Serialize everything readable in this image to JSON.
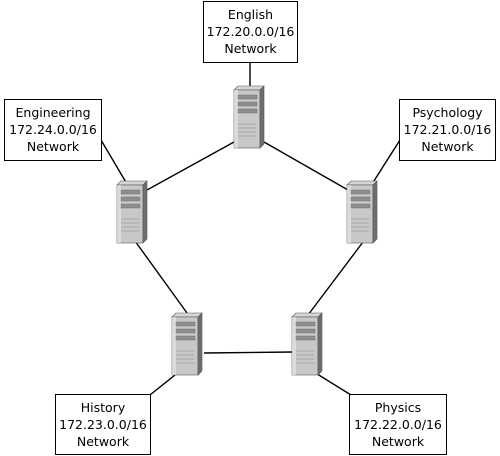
{
  "colors": {
    "line": "#000000",
    "server_body": "#9a9a9a",
    "server_front": "#c8c8c8",
    "server_side": "#6e6e6e",
    "background": "#ffffff"
  },
  "icons": {
    "node": "server-tower-icon"
  },
  "networks": [
    {
      "id": "english",
      "name": "English",
      "address": "172.20.0.0/16",
      "suffix": "Network"
    },
    {
      "id": "psychology",
      "name": "Psychology",
      "address": "172.21.0.0/16",
      "suffix": "Network"
    },
    {
      "id": "physics",
      "name": "Physics",
      "address": "172.22.0.0/16",
      "suffix": "Network"
    },
    {
      "id": "history",
      "name": "History",
      "address": "172.23.0.0/16",
      "suffix": "Network"
    },
    {
      "id": "engineering",
      "name": "Engineering",
      "address": "172.24.0.0/16",
      "suffix": "Network"
    }
  ],
  "links": [
    [
      "english",
      "psychology"
    ],
    [
      "psychology",
      "physics"
    ],
    [
      "physics",
      "history"
    ],
    [
      "history",
      "engineering"
    ],
    [
      "engineering",
      "english"
    ]
  ]
}
